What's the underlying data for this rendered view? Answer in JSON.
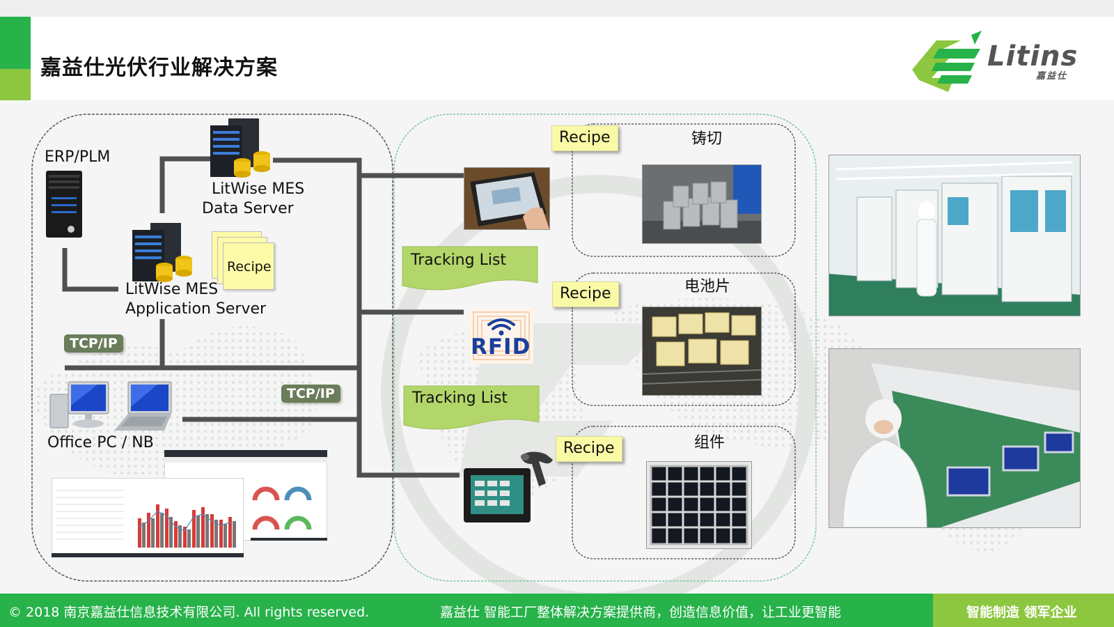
{
  "header": {
    "title": "嘉益仕光伏行业解决方案",
    "logo_word": "Litins",
    "logo_sub": "嘉益仕"
  },
  "colors": {
    "brand_green": "#27b24a",
    "light_green": "#8dc63f",
    "tag_green": "#b3d66a",
    "note_yellow": "#fafaa6",
    "badge_gray_green": "#6a7d5a"
  },
  "left_panel": {
    "erp_label": "ERP/PLM",
    "data_server_label_1": "LitWise MES",
    "data_server_label_2": "Data Server",
    "app_server_label_1": "LitWise MES",
    "app_server_label_2": "Application Server",
    "recipe_doc_label": "Recipe",
    "tcpip_1": "TCP/IP",
    "tcpip_2": "TCP/IP",
    "office_label": "Office PC / NB"
  },
  "middle_panel": {
    "tracking_list_1": "Tracking List",
    "tracking_list_2": "Tracking List",
    "rfid_label": "RFID"
  },
  "processes": [
    {
      "recipe": "Recipe",
      "name": "铸切"
    },
    {
      "recipe": "Recipe",
      "name": "电池片"
    },
    {
      "recipe": "Recipe",
      "name": "组件"
    }
  ],
  "footer": {
    "copyright": "© 2018 南京嘉益仕信息技术有限公司.  All rights reserved.",
    "slogan": "嘉益仕 智能工厂整体解决方案提供商，创造信息价值，让工业更智能",
    "tagline": "智能制造 领军企业"
  },
  "icons": [
    "server-rack-icon",
    "database-icon",
    "tower-pc-icon",
    "desktop-pc-icon",
    "laptop-icon",
    "tablet-icon",
    "rfid-icon",
    "barcode-scanner-icon",
    "panel-pc-icon"
  ]
}
